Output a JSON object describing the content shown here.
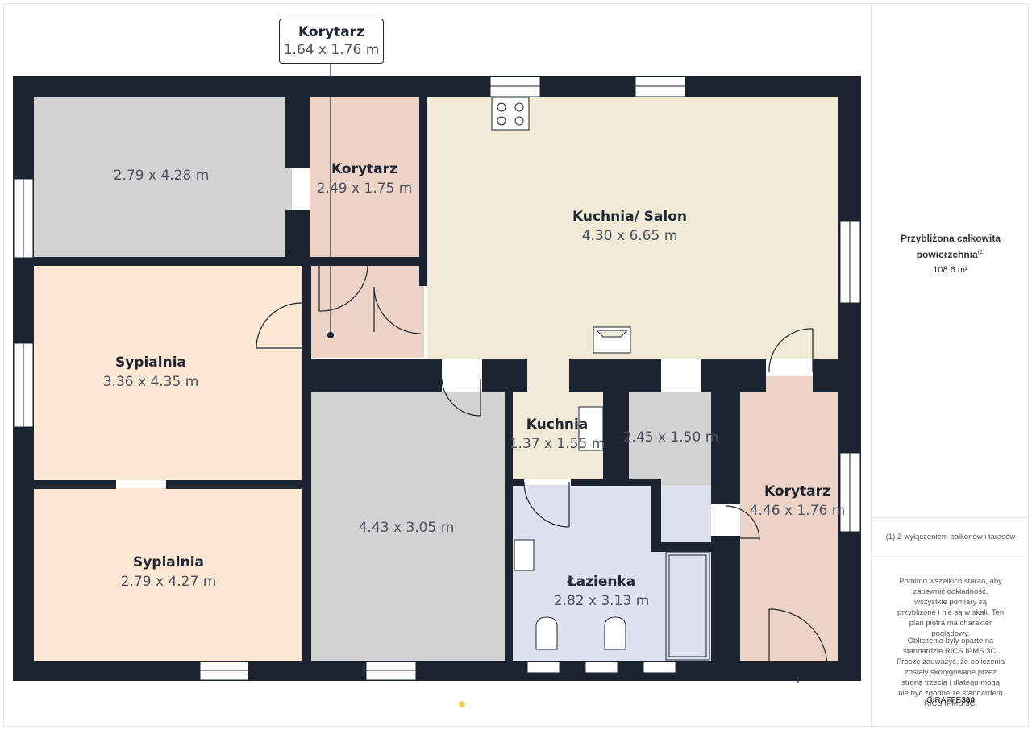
{
  "plan": {
    "rooms": [
      {
        "id": "room-a",
        "name": "",
        "dims": "2.79 x 4.28 m"
      },
      {
        "id": "corridor-top",
        "name": "Korytarz",
        "dims": "2.49 x 1.75 m"
      },
      {
        "id": "kitchen-living",
        "name": "Kuchnia/ Salon",
        "dims": "4.30 x 6.65 m"
      },
      {
        "id": "bedroom-1",
        "name": "Sypialnia",
        "dims": "3.36 x 4.35 m"
      },
      {
        "id": "room-b",
        "name": "",
        "dims": "4.43 x 3.05 m"
      },
      {
        "id": "kitchen-small",
        "name": "Kuchnia",
        "dims": "1.37 x 1.55 m"
      },
      {
        "id": "room-c",
        "name": "",
        "dims": "2.45 x 1.50 m"
      },
      {
        "id": "corridor-right",
        "name": "Korytarz",
        "dims": "4.46 x 1.76 m"
      },
      {
        "id": "bedroom-2",
        "name": "Sypialnia",
        "dims": "2.79 x 4.27 m"
      },
      {
        "id": "bathroom",
        "name": "Łazienka",
        "dims": "2.82 x 3.13 m"
      }
    ],
    "callout": {
      "name": "Korytarz",
      "dims": "1.64 x 1.76 m"
    },
    "colors": {
      "wall": "#1c2431",
      "grey": "#d2d2d2",
      "peach": "#fde8d4",
      "pink": "#ecd3c5",
      "beige": "#f0ead6",
      "blue": "#dde2ee",
      "window": "#ffffff",
      "door": "#1c2431"
    }
  },
  "sidebar": {
    "area_label": "Przybliżona całkowita powierzchnia",
    "area_sup": "(1)",
    "area_value": "108.6 m²",
    "footnote": "(1) Z wyłączeniem balkonów i tarasów",
    "disclaimer_1": "Pomimo wszelkich starań, aby zapewnić dokładność, wszystkie pomiary są przybliżone i nie są w skali. Ten plan piętra ma charakter poglądowy.",
    "disclaimer_2": "Obliczenia były oparte na standardzie RICS IPMS 3C. Proszę zauważyć, że obliczenia zostały skorygowane przez stronę trzecią i dlatego mogą nie być zgodne ze standardem RICS IPMS 3C.",
    "brand_a": "GIRAFFE",
    "brand_b": "360"
  }
}
